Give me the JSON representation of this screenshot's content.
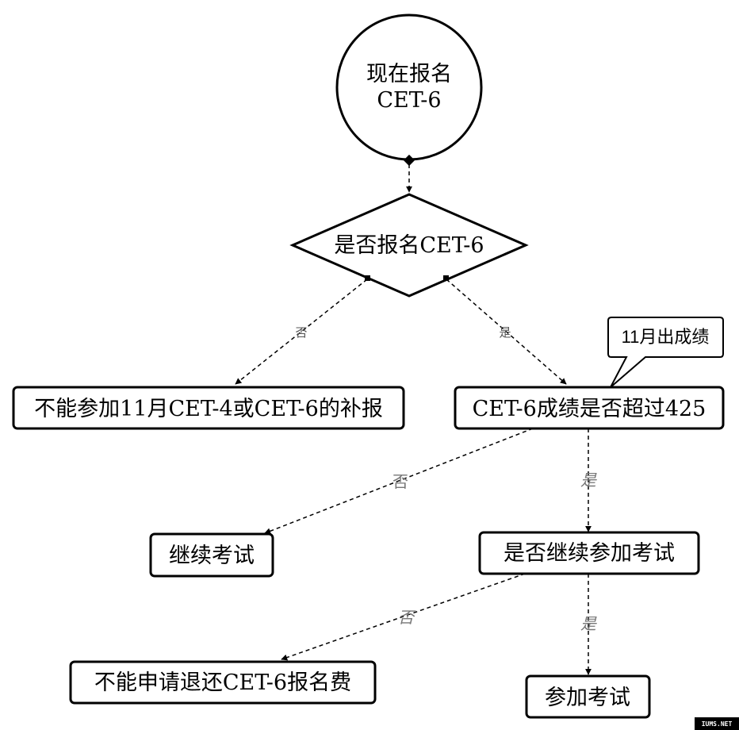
{
  "nodes": {
    "start": {
      "line1": "现在报名",
      "line2": "CET-6"
    },
    "decision_register": "是否报名CET-6",
    "no_makeup": "不能参加11月CET-4或CET-6的补报",
    "decision_score": "CET-6成绩是否超过425",
    "continue_study": "继续考试",
    "decision_continue": "是否继续参加考试",
    "no_refund": "不能申请退还CET-6报名费",
    "take_exam": "参加考试"
  },
  "callout": "11月出成绩",
  "edge_labels": {
    "register_no": "否",
    "register_yes": "是",
    "score_no": "否",
    "score_yes": "是",
    "continue_no": "否",
    "continue_yes": "是"
  },
  "watermark": "IUMS.NET"
}
